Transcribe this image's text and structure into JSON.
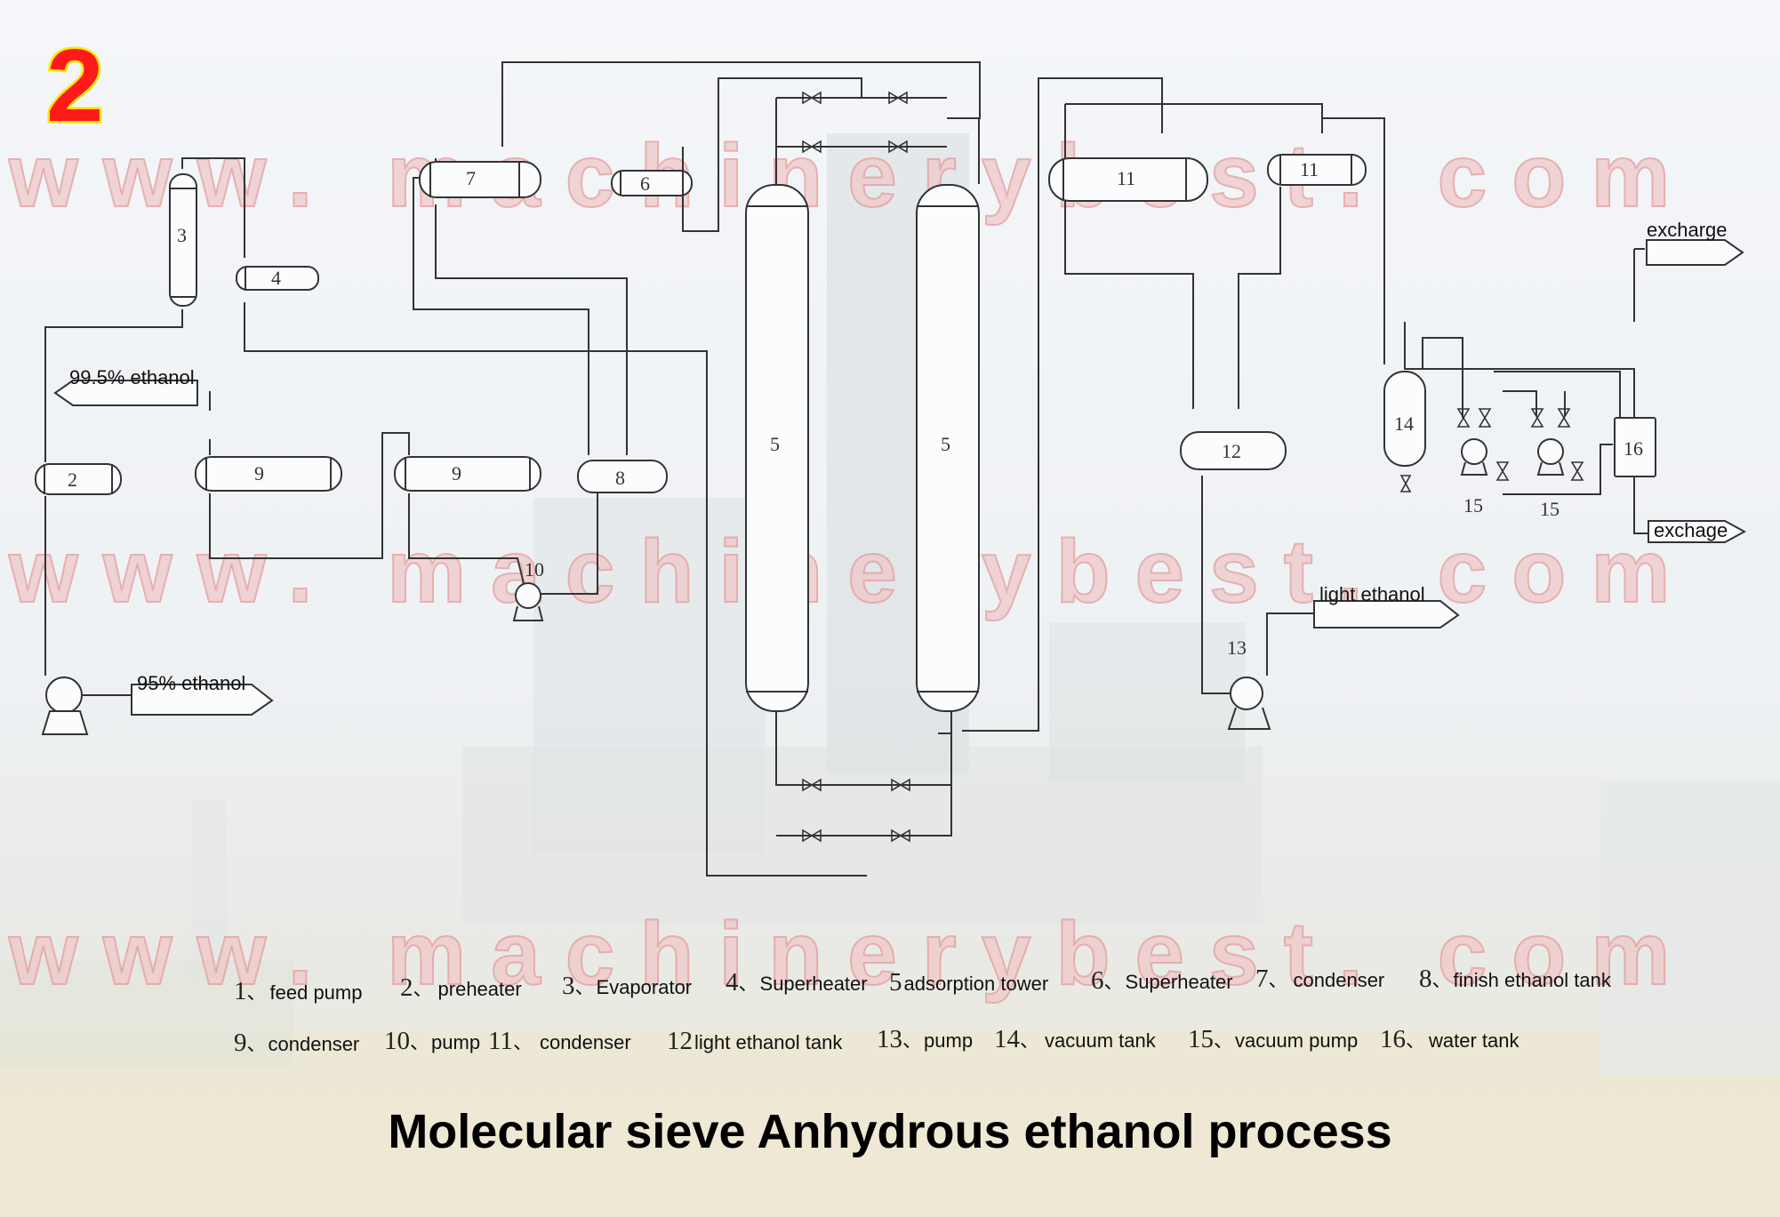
{
  "page_number": "2",
  "watermark": "www. machinerybest. com",
  "title": "Molecular sieve Anhydrous ethanol process",
  "equipment_numbers": {
    "n2": "2",
    "n3": "3",
    "n4": "4",
    "n5a": "5",
    "n5b": "5",
    "n6": "6",
    "n7": "7",
    "n8": "8",
    "n9a": "9",
    "n9b": "9",
    "n10": "10",
    "n11a": "11",
    "n11b": "11",
    "n12": "12",
    "n13": "13",
    "n14": "14",
    "n15a": "15",
    "n15b": "15",
    "n16": "16"
  },
  "streams": {
    "ethanol_995": "99.5% ethanol",
    "ethanol_95": "95% ethanol",
    "light_ethanol": "light ethanol",
    "exchange_top": "excharge",
    "exchange_bottom": "exchage"
  },
  "legend": [
    {
      "num": "1",
      "sep": "、",
      "label": "feed pump"
    },
    {
      "num": "2",
      "sep": "、",
      "label": "preheater"
    },
    {
      "num": "3",
      "sep": "、",
      "label": "Evaporator"
    },
    {
      "num": "4",
      "sep": "、",
      "label": "Superheater"
    },
    {
      "num": "5",
      "sep": "",
      "label": "adsorption tower"
    },
    {
      "num": "6",
      "sep": "、",
      "label": "Superheater"
    },
    {
      "num": "7",
      "sep": "、",
      "label": "condenser"
    },
    {
      "num": "8",
      "sep": "、",
      "label": "finish ethanol tank"
    },
    {
      "num": "9",
      "sep": "、",
      "label": "condenser"
    },
    {
      "num": "10",
      "sep": "、",
      "label": "pump"
    },
    {
      "num": "11",
      "sep": "、",
      "label": "condenser"
    },
    {
      "num": "12",
      "sep": "",
      "label": "light ethanol tank"
    },
    {
      "num": "13",
      "sep": "、",
      "label": "pump"
    },
    {
      "num": "14",
      "sep": "、",
      "label": "vacuum tank"
    },
    {
      "num": "15",
      "sep": "、",
      "label": "vacuum pump"
    },
    {
      "num": "16",
      "sep": "、",
      "label": "water tank"
    }
  ],
  "colors": {
    "page_number_fill": "#ff1a1a",
    "page_number_outline": "#ffe600",
    "watermark": "#e8b4b4",
    "line": "#333333"
  }
}
